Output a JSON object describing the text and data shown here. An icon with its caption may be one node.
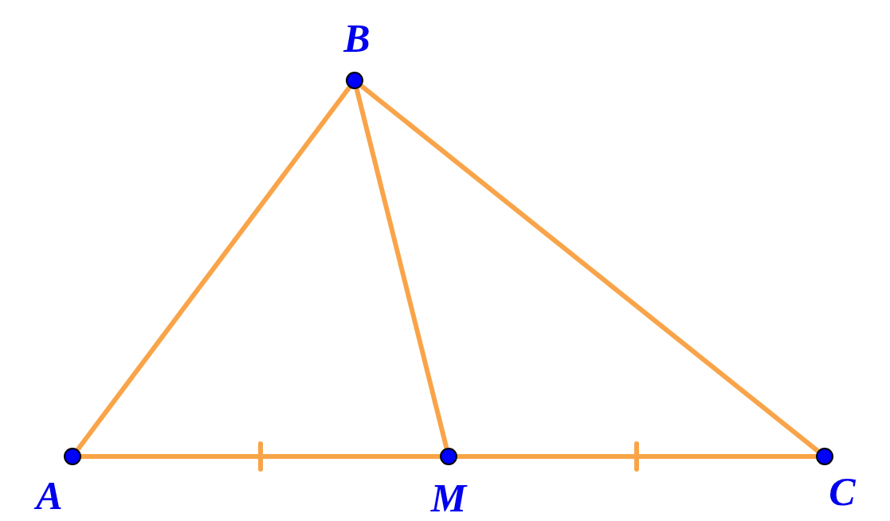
{
  "diagram": {
    "nodes": [
      {
        "text": [],
        "shape": "circle",
        "beside": [
          "B"
        ]
      },
      {
        "text": [],
        "shape": "circle",
        "beside": [
          "A"
        ]
      },
      {
        "text": [],
        "shape": "circle",
        "beside": [
          "M"
        ]
      },
      {
        "text": [],
        "shape": "circle",
        "beside": [
          "C"
        ]
      }
    ],
    "edges": [
      {
        "from": 1,
        "to": 0,
        "arrow": "none"
      },
      {
        "from": 0,
        "to": 3,
        "arrow": "none"
      },
      {
        "from": 0,
        "to": 2,
        "arrow": "none"
      },
      {
        "from": 1,
        "to": 2,
        "arrow": "none"
      },
      {
        "from": 2,
        "to": 3,
        "arrow": "none"
      }
    ]
  }
}
